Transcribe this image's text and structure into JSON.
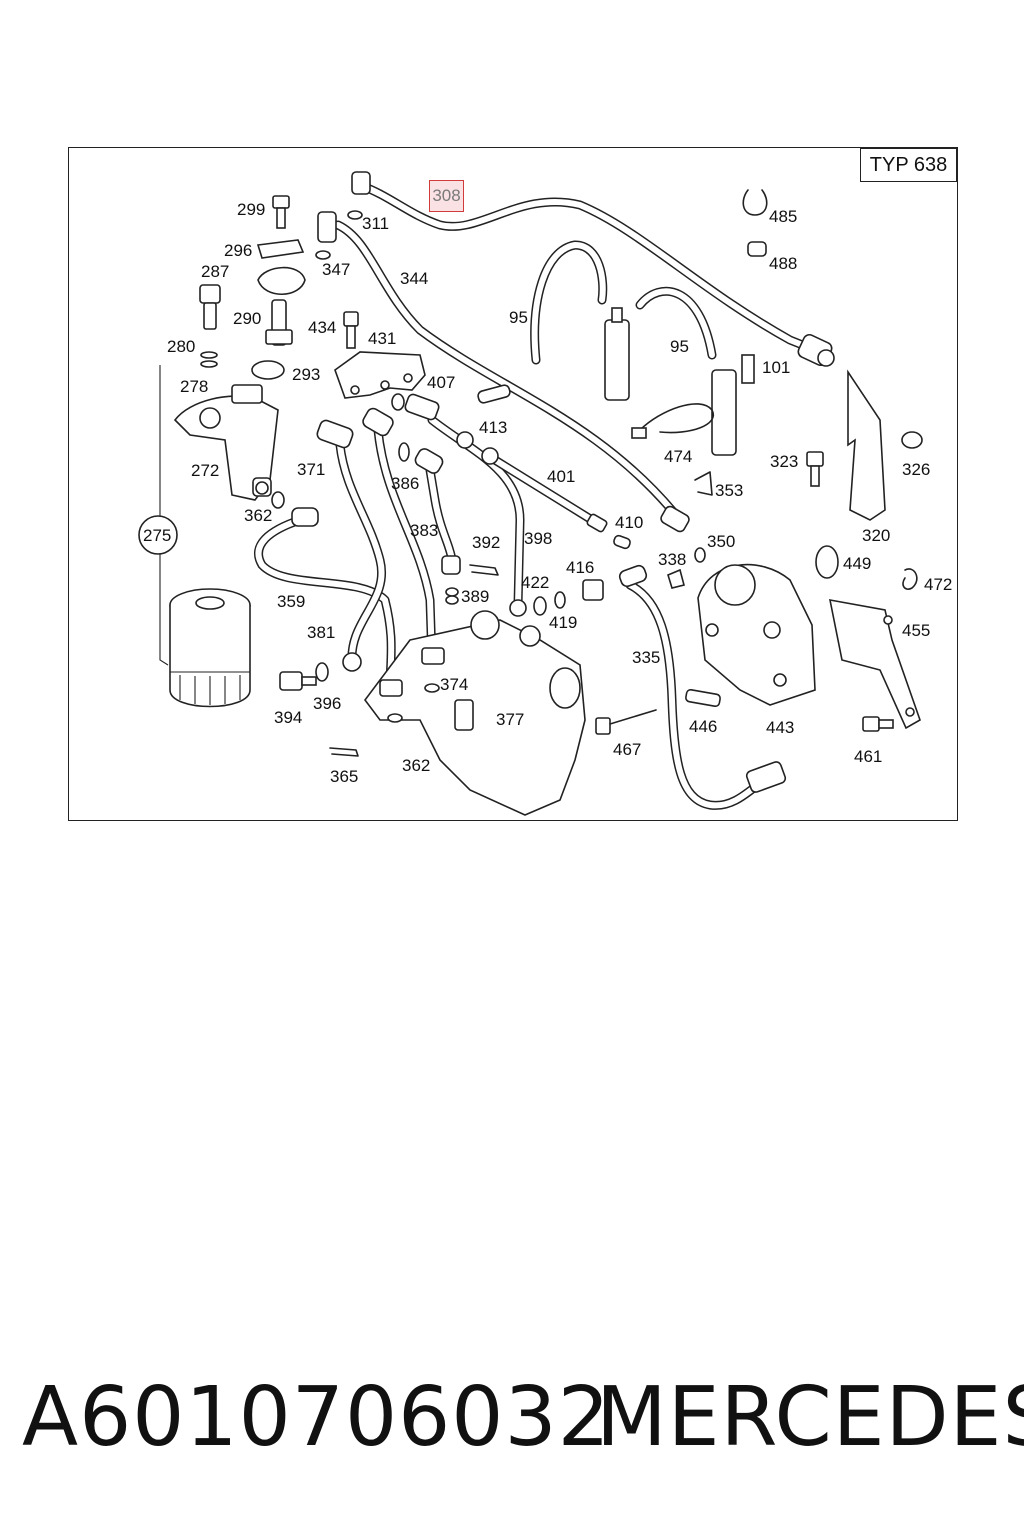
{
  "diagram": {
    "model_tag": "TYP 638",
    "highlighted_part": "308",
    "callouts": {
      "c299": "299",
      "c296": "296",
      "c287": "287",
      "c290": "290",
      "c280": "280",
      "c278": "278",
      "c272": "272",
      "c362a": "362",
      "c275": "275",
      "c311": "311",
      "c347": "347",
      "c344": "344",
      "c434": "434",
      "c431": "431",
      "c293": "293",
      "c407": "407",
      "c371": "371",
      "c386": "386",
      "c413": "413",
      "c401": "401",
      "c95a": "95",
      "c95b": "95",
      "c101": "101",
      "c485": "485",
      "c488": "488",
      "c474": "474",
      "c353": "353",
      "c323": "323",
      "c326": "326",
      "c320": "320",
      "c410": "410",
      "c383": "383",
      "c392": "392",
      "c398": "398",
      "c338": "338",
      "c350": "350",
      "c449": "449",
      "c472": "472",
      "c359": "359",
      "c389": "389",
      "c422": "422",
      "c416": "416",
      "c419": "419",
      "c381": "381",
      "c335": "335",
      "c455": "455",
      "c374": "374",
      "c394": "394",
      "c396": "396",
      "c377": "377",
      "c446": "446",
      "c443": "443",
      "c467": "467",
      "c461": "461",
      "c365": "365",
      "c362b": "362"
    }
  },
  "footer": {
    "part_number": "A6010706032",
    "brand": "MERCEDES"
  }
}
